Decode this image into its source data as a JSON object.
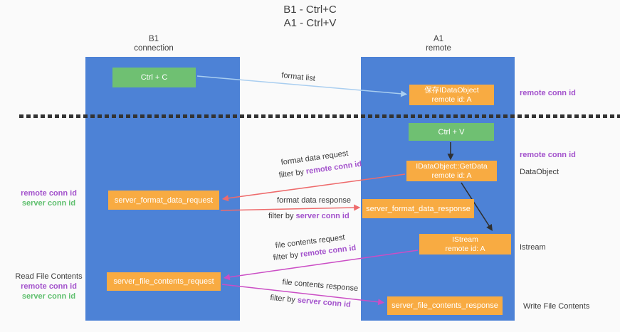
{
  "title": {
    "line1": "B1 - Ctrl+C",
    "line2": "A1 - Ctrl+V"
  },
  "lanes": {
    "left": {
      "name": "B1",
      "role": "connection"
    },
    "right": {
      "name": "A1",
      "role": "remote"
    }
  },
  "boxes": {
    "ctrl_c": {
      "label": "Ctrl + C"
    },
    "ctrl_v": {
      "label": "Ctrl + V"
    },
    "save_idataobject": {
      "line1": "保存IDataObject",
      "line2": "remote id: A"
    },
    "idataobject_getdata": {
      "line1": "IDataObject::GetData",
      "line2": "remote id: A"
    },
    "istream": {
      "line1": "IStream",
      "line2": "remote id: A"
    },
    "server_format_data_request": {
      "label": "server_format_data_request"
    },
    "server_format_data_response": {
      "label": "server_format_data_response"
    },
    "server_file_contents_request": {
      "label": "server_file_contents_request"
    },
    "server_file_contents_response": {
      "label": "server_file_contents_response"
    }
  },
  "edge_labels": {
    "format_list": "format list",
    "format_data_request": {
      "text": "format data request",
      "filter_prefix": "filter by ",
      "filter_key": "remote conn id"
    },
    "format_data_response": {
      "text": "format data response",
      "filter_prefix": "filter by ",
      "filter_key": "server conn id"
    },
    "file_contents_request": {
      "text": "file contents request",
      "filter_prefix": "filter by ",
      "filter_key": "remote conn id"
    },
    "file_contents_response": {
      "text": "file contents response",
      "filter_prefix": "filter by ",
      "filter_key": "server conn id"
    }
  },
  "annotations": {
    "left_mid": {
      "line1": "remote conn id",
      "line2": "server conn id"
    },
    "left_bottom": {
      "title": "Read File Contents",
      "line1": "remote conn id",
      "line2": "server conn id"
    },
    "right_top_conn_id": "remote conn id",
    "right_dataobject_conn_id": "remote conn id",
    "right_dataobject": "DataObject",
    "right_istream": "Istream",
    "right_write": "Write File Contents"
  },
  "colors": {
    "lane_blue": "#4d82d6",
    "box_orange": "#f8ab42",
    "box_green": "#6fc072",
    "remote_conn_id_purple": "#a352cc",
    "server_conn_id_green": "#5fbf6e",
    "arrow_red": "#ee6b6c",
    "arrow_magenta": "#cb4ec5",
    "arrow_light_blue": "#a9cef0",
    "arrow_black": "#2f2f2f",
    "background": "#fafafa"
  }
}
